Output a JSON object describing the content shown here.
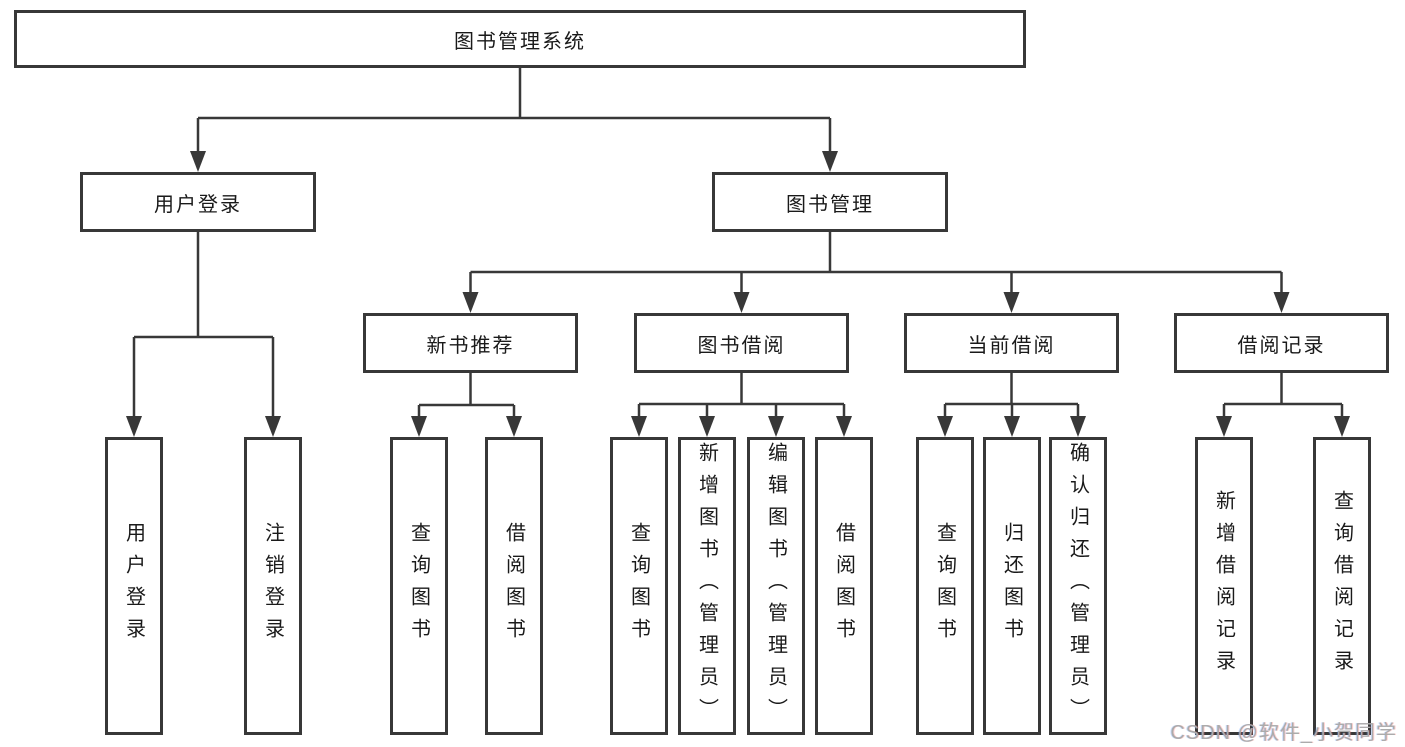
{
  "diagram": {
    "root": {
      "label": "图书管理系统"
    },
    "user_login": {
      "label": "用户登录",
      "children": [
        "用户登录",
        "注销登录"
      ]
    },
    "book_mgmt": {
      "label": "图书管理"
    },
    "new_books": {
      "label": "新书推荐",
      "children": [
        "查询图书",
        "借阅图书"
      ]
    },
    "book_borrow": {
      "label": "图书借阅",
      "children": [
        "查询图书",
        "新增图书（管理员）",
        "编辑图书（管理员）",
        "借阅图书"
      ]
    },
    "current_borrow": {
      "label": "当前借阅",
      "children": [
        "查询图书",
        "归还图书",
        "确认归还（管理员）"
      ]
    },
    "borrow_records": {
      "label": "借阅记录",
      "children": [
        "新增借阅记录",
        "查询借阅记录"
      ]
    }
  },
  "watermark": {
    "text": "CSDN @软件_小贺同学"
  },
  "colors": {
    "line": "#383838",
    "box_border": "#383838",
    "text": "#1a1a1a",
    "background": "#ffffff",
    "watermark": "#ababab"
  }
}
